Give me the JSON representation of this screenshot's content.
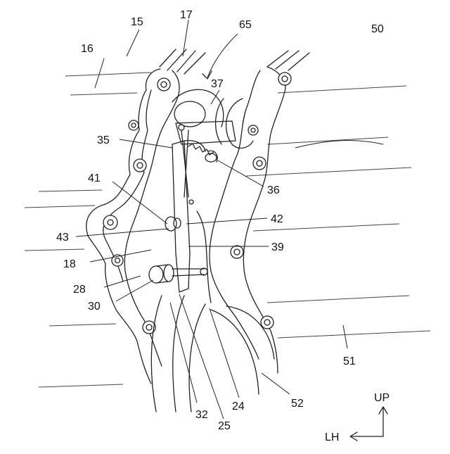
{
  "diagram": {
    "labels": {
      "l15": "15",
      "l16": "16",
      "l17": "17",
      "l65": "65",
      "l50": "50",
      "l37": "37",
      "l35": "35",
      "l41": "41",
      "l36": "36",
      "l42": "42",
      "l43": "43",
      "l39": "39",
      "l18": "18",
      "l28": "28",
      "l30": "30",
      "l51": "51",
      "l52": "52",
      "l24": "24",
      "l32": "32",
      "l25": "25"
    },
    "direction": {
      "up": "UP",
      "left": "LH"
    }
  }
}
